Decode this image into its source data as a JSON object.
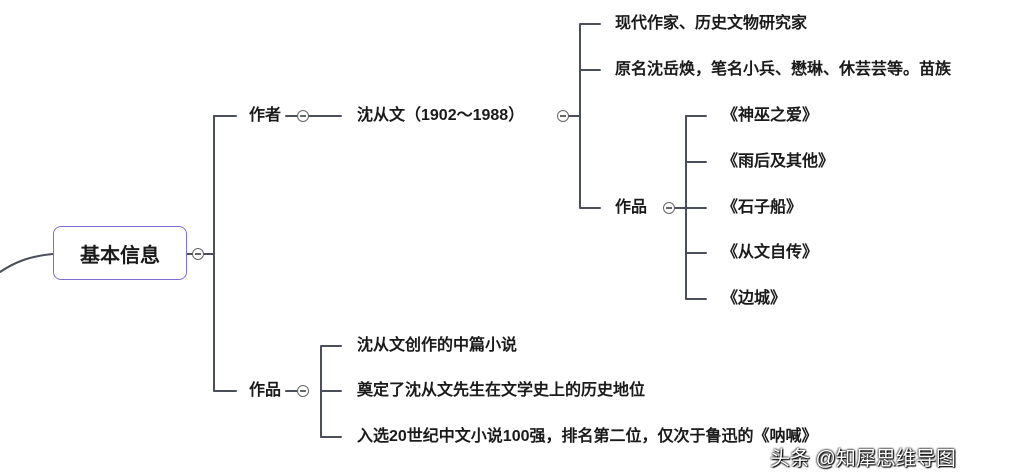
{
  "root": {
    "label": "基本信息",
    "branches": [
      {
        "label": "作者",
        "child": {
          "label": "沈从文（1902～1988）",
          "items": [
            "现代作家、历史文物研究家",
            "原名沈岳焕，笔名小兵、懋琳、休芸芸等。苗族"
          ],
          "works": {
            "label": "作品",
            "items": [
              "《神巫之爱》",
              "《雨后及其他》",
              "《石子船》",
              "《从文自传》",
              "《边城》"
            ]
          }
        }
      },
      {
        "label": "作品",
        "items": [
          "沈从文创作的中篇小说",
          "奠定了沈从文先生在文学史上的历史地位",
          "入选20世纪中文小说100强，排名第二位，仅次于鲁迅的《呐喊》"
        ]
      }
    ]
  },
  "watermark": "头条 @知犀思维导图",
  "line_color": "#4a4f5a",
  "accent": "#7b6fd6"
}
